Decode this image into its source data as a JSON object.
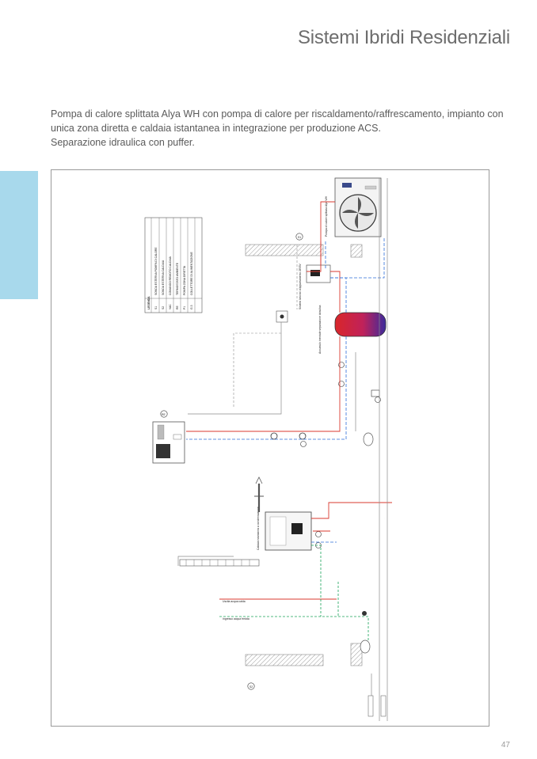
{
  "header": {
    "title": "Sistemi Ibridi Residenziali"
  },
  "intro": {
    "line1": "Pompa di calore splittata Alya WH con pompa di calore per riscaldamento/raffrescamento, impianto con",
    "line2": "unica zona diretta e caldaia istantanea in integrazione per produzione ACS.",
    "line3": "Separazione idraulica con puffer."
  },
  "diagram": {
    "legend": {
      "title": "LEGENDA",
      "rows": [
        {
          "code": "S1",
          "text": "SONDA ESTERNA POMPA DI CALORE"
        },
        {
          "code": "S2",
          "text": "SONDA ESTERNA CALDAIA"
        },
        {
          "code": "VAC",
          "text": "COMANDO REMOTO CALDAIA"
        },
        {
          "code": "RE",
          "text": "TERMOSTATO AMBIENTE"
        },
        {
          "code": "P1",
          "text": "POMPA ZONA DIRETTA"
        },
        {
          "code": "G.3",
          "text": "COLLETTORE DI ALIMENTAZIONE"
        }
      ]
    },
    "labels": {
      "heat_pump": "Pompa di calore splittata Alya WH",
      "hydronic_module": "Sistemi Idronici d'appartamento 2R/3V",
      "puffer_note": "Accumulo inerziale separazione idraulica",
      "boiler": "Caldaia istantanea a condensazione",
      "acs_out": "Uscita acqua calda",
      "cold_in": "Ingresso acqua fredda",
      "outdoor_probe": "S1",
      "outdoor_probe_2": "S2",
      "room_thermostat": "RE"
    },
    "colors": {
      "flow": "#d9392f",
      "return": "#2f6fd9",
      "cold_water": "#1aa35a",
      "neutral": "#8a8a8a",
      "puffer_hot": "#d9262a",
      "puffer_cold": "#3b2a9c"
    }
  },
  "footer": {
    "page_number": "47"
  }
}
